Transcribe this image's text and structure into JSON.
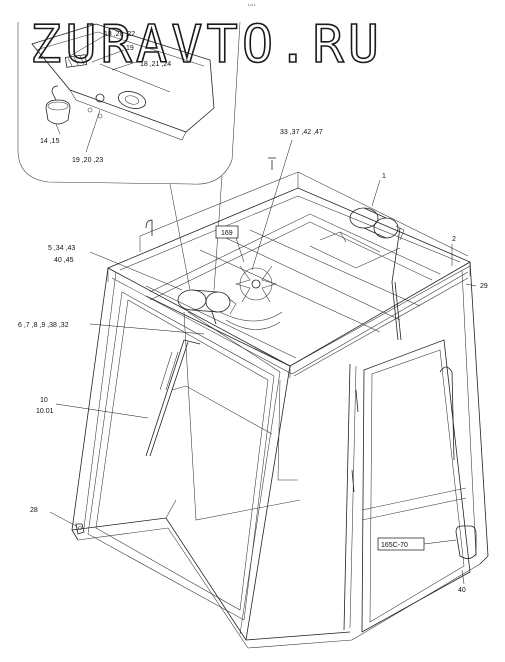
{
  "watermark": "ZURAVTO.RU",
  "top_mark": "1 of 1",
  "callouts": {
    "c_18_20_22": "18 ,20 ,22",
    "c_19": "19",
    "c_18_21_24": "18 ,21 ,24",
    "c_14_15": "14 ,15",
    "c_19_20_23": "19 ,20 ,23",
    "c_33_37_42_47": "33 ,37 ,42 ,47",
    "c_1": "1",
    "c_2": "2",
    "c_29": "29",
    "c_5_34_43": "5 ,34 ,43",
    "c_40_45": "40 ,45",
    "c_6_7_8_9_38_32": "6 ,7 ,8 ,9 ,38 ,32",
    "c_10": "10",
    "c_10_01": "10.01",
    "c_28": "28",
    "c_40": "40"
  },
  "boxed_labels": {
    "b_169": "169",
    "b_165c_70": "165C-70"
  }
}
